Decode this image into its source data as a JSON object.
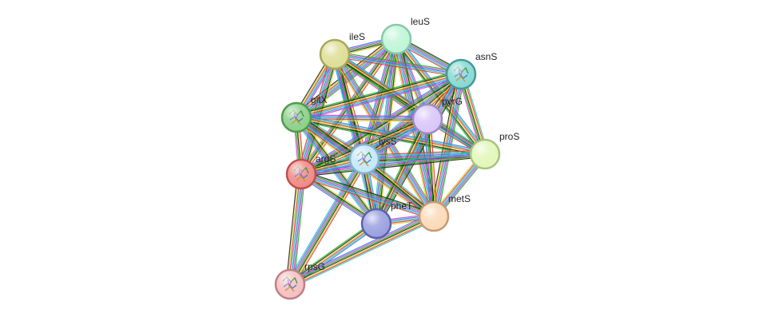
{
  "network": {
    "edge_colors": [
      "#d9d92a",
      "#222222",
      "#1fb11f",
      "#cc44cc",
      "#3b7ee0",
      "#30c7c7",
      "#e23b3b"
    ],
    "nodes": [
      {
        "id": "leuS",
        "label": "leuS",
        "color": "#bff5d8",
        "border": "#86c9a6",
        "icon": false
      },
      {
        "id": "ileS",
        "label": "ileS",
        "color": "#dede96",
        "border": "#a8a65a",
        "icon": false
      },
      {
        "id": "asnS",
        "label": "asnS",
        "color": "#88d8d5",
        "border": "#3f9b97",
        "icon": true
      },
      {
        "id": "gltX",
        "label": "gltX",
        "color": "#8cd08a",
        "border": "#4f9a4c",
        "icon": true
      },
      {
        "id": "pyrG",
        "label": "pyrG",
        "color": "#d9c6f7",
        "border": "#9f89c9",
        "icon": false
      },
      {
        "id": "proS",
        "label": "proS",
        "color": "#e2f7b9",
        "border": "#a6c47f",
        "icon": false
      },
      {
        "id": "lysS",
        "label": "lysS",
        "color": "#c4e7fa",
        "border": "#7fb2cf",
        "icon": true
      },
      {
        "id": "argS",
        "label": "argS",
        "color": "#f08a86",
        "border": "#c04d4a",
        "icon": true
      },
      {
        "id": "pheT",
        "label": "pheT",
        "color": "#9aa0e0",
        "border": "#5b61ad",
        "icon": false
      },
      {
        "id": "metS",
        "label": "metS",
        "color": "#fcd9b9",
        "border": "#c79a70",
        "icon": false
      },
      {
        "id": "rpsG",
        "label": "rpsG",
        "color": "#f4c0c3",
        "border": "#c07f83",
        "icon": true
      }
    ],
    "edges": [
      [
        "leuS",
        "ileS"
      ],
      [
        "leuS",
        "asnS"
      ],
      [
        "leuS",
        "gltX"
      ],
      [
        "leuS",
        "pyrG"
      ],
      [
        "leuS",
        "proS"
      ],
      [
        "leuS",
        "lysS"
      ],
      [
        "leuS",
        "argS"
      ],
      [
        "leuS",
        "pheT"
      ],
      [
        "leuS",
        "metS"
      ],
      [
        "ileS",
        "asnS"
      ],
      [
        "ileS",
        "gltX"
      ],
      [
        "ileS",
        "pyrG"
      ],
      [
        "ileS",
        "proS"
      ],
      [
        "ileS",
        "lysS"
      ],
      [
        "ileS",
        "argS"
      ],
      [
        "ileS",
        "pheT"
      ],
      [
        "ileS",
        "metS"
      ],
      [
        "asnS",
        "gltX"
      ],
      [
        "asnS",
        "pyrG"
      ],
      [
        "asnS",
        "proS"
      ],
      [
        "asnS",
        "lysS"
      ],
      [
        "asnS",
        "argS"
      ],
      [
        "asnS",
        "pheT"
      ],
      [
        "asnS",
        "metS"
      ],
      [
        "gltX",
        "pyrG"
      ],
      [
        "gltX",
        "proS"
      ],
      [
        "gltX",
        "lysS"
      ],
      [
        "gltX",
        "argS"
      ],
      [
        "gltX",
        "pheT"
      ],
      [
        "gltX",
        "metS"
      ],
      [
        "pyrG",
        "proS"
      ],
      [
        "pyrG",
        "lysS"
      ],
      [
        "pyrG",
        "argS"
      ],
      [
        "pyrG",
        "pheT"
      ],
      [
        "pyrG",
        "metS"
      ],
      [
        "proS",
        "lysS"
      ],
      [
        "proS",
        "argS"
      ],
      [
        "proS",
        "metS"
      ],
      [
        "lysS",
        "argS"
      ],
      [
        "lysS",
        "pheT"
      ],
      [
        "lysS",
        "metS"
      ],
      [
        "lysS",
        "rpsG"
      ],
      [
        "argS",
        "pheT"
      ],
      [
        "argS",
        "metS"
      ],
      [
        "argS",
        "rpsG"
      ],
      [
        "pheT",
        "metS"
      ],
      [
        "pheT",
        "rpsG"
      ],
      [
        "metS",
        "rpsG"
      ]
    ]
  }
}
